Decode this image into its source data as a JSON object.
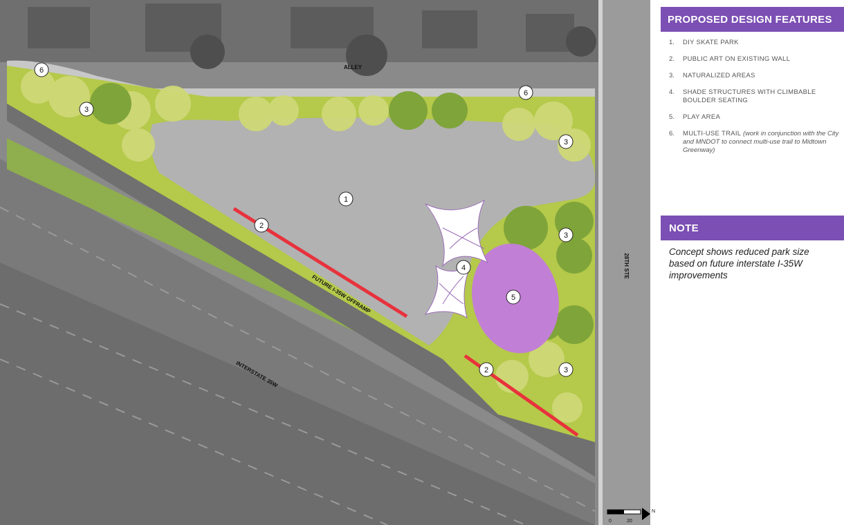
{
  "legend": {
    "title": "PROPOSED DESIGN FEATURES",
    "items": [
      {
        "num": "1.",
        "text": "DIY SKATE PARK",
        "note": ""
      },
      {
        "num": "2.",
        "text": "PUBLIC ART ON EXISTING WALL",
        "note": ""
      },
      {
        "num": "3.",
        "text": "NATURALIZED AREAS",
        "note": ""
      },
      {
        "num": "4.",
        "text": "SHADE STRUCTURES WITH CLIMBABLE BOULDER SEATING",
        "note": ""
      },
      {
        "num": "5.",
        "text": "PLAY AREA",
        "note": ""
      },
      {
        "num": "6.",
        "text": "MULTI-USE TRAIL",
        "note": "(work in conjunction with the City and MNDOT to connect multi-use trail to Midtown Greenway)"
      }
    ]
  },
  "note": {
    "title": "NOTE",
    "text": "Concept shows reduced park size based on future interstate I-35W improvements"
  },
  "map": {
    "labels": {
      "alley": "ALLEY",
      "street": "28TH STE",
      "offramp": "FUTURE I-35W OFFRAMP",
      "interstate": "INTERSTATE 35W"
    },
    "markers": {
      "m6a": "6",
      "m6b": "6",
      "m3a": "3",
      "m3b": "3",
      "m3c": "3",
      "m3d": "3",
      "m1": "1",
      "m2a": "2",
      "m2b": "2",
      "m4": "4",
      "m5": "5"
    },
    "scale": {
      "start": "0",
      "end": "20",
      "north": "N"
    }
  },
  "colors": {
    "accent_purple": "#7b4fb3",
    "play_area": "#c27fd6",
    "public_art_wall": "#e8323c",
    "naturalized_green": "#a9c23f",
    "pavement_gray": "#a7a7a7"
  }
}
